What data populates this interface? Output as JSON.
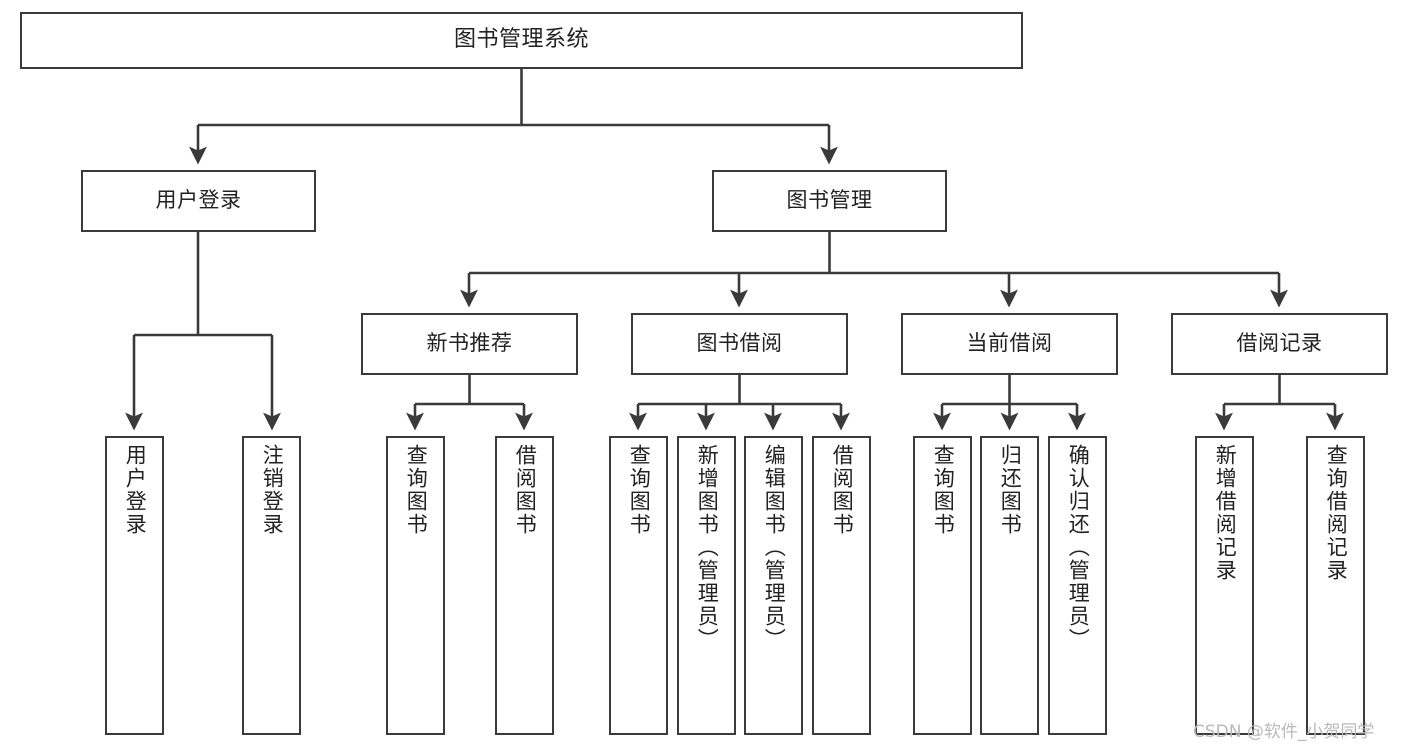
{
  "diagram": {
    "title": "图书管理系统",
    "type": "tree",
    "stroke_color": "#3a3a3a",
    "text_color": "#222222",
    "background_color": "#ffffff"
  },
  "nodes": {
    "root": {
      "label": "图书管理系统"
    },
    "level2": [
      {
        "label": "用户登录"
      },
      {
        "label": "图书管理"
      }
    ],
    "level3": [
      {
        "label": "新书推荐"
      },
      {
        "label": "图书借阅"
      },
      {
        "label": "当前借阅"
      },
      {
        "label": "借阅记录"
      }
    ],
    "leaves_user_login": [
      {
        "label": "用户登录"
      },
      {
        "label": "注销登录"
      }
    ],
    "leaves_new_book": [
      {
        "label": "查询图书"
      },
      {
        "label": "借阅图书"
      }
    ],
    "leaves_borrow": [
      {
        "label": "查询图书"
      },
      {
        "label": "新增图书（管理员）"
      },
      {
        "label": "编辑图书（管理员）"
      },
      {
        "label": "借阅图书"
      }
    ],
    "leaves_current": [
      {
        "label": "查询图书"
      },
      {
        "label": "归还图书"
      },
      {
        "label": "确认归还（管理员）"
      }
    ],
    "leaves_records": [
      {
        "label": "新增借阅记录"
      },
      {
        "label": "查询借阅记录"
      }
    ]
  },
  "watermark": {
    "text": "CSDN @软件_小贺同学",
    "color": "#b9b9b9"
  }
}
